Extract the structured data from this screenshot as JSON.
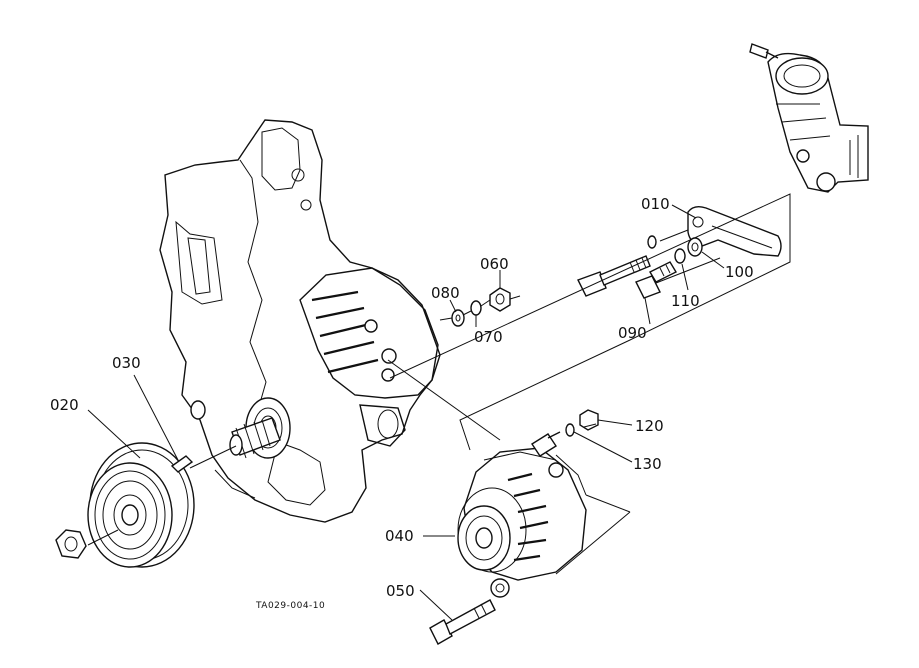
{
  "drawing_ref": "TA029-004-10",
  "callouts": [
    {
      "id": "010",
      "text": "010"
    },
    {
      "id": "020",
      "text": "020"
    },
    {
      "id": "030",
      "text": "030"
    },
    {
      "id": "040",
      "text": "040"
    },
    {
      "id": "050",
      "text": "050"
    },
    {
      "id": "060",
      "text": "060"
    },
    {
      "id": "070",
      "text": "070"
    },
    {
      "id": "080",
      "text": "080"
    },
    {
      "id": "090",
      "text": "090"
    },
    {
      "id": "100",
      "text": "100"
    },
    {
      "id": "110",
      "text": "110"
    },
    {
      "id": "120",
      "text": "120"
    },
    {
      "id": "130",
      "text": "130"
    }
  ]
}
